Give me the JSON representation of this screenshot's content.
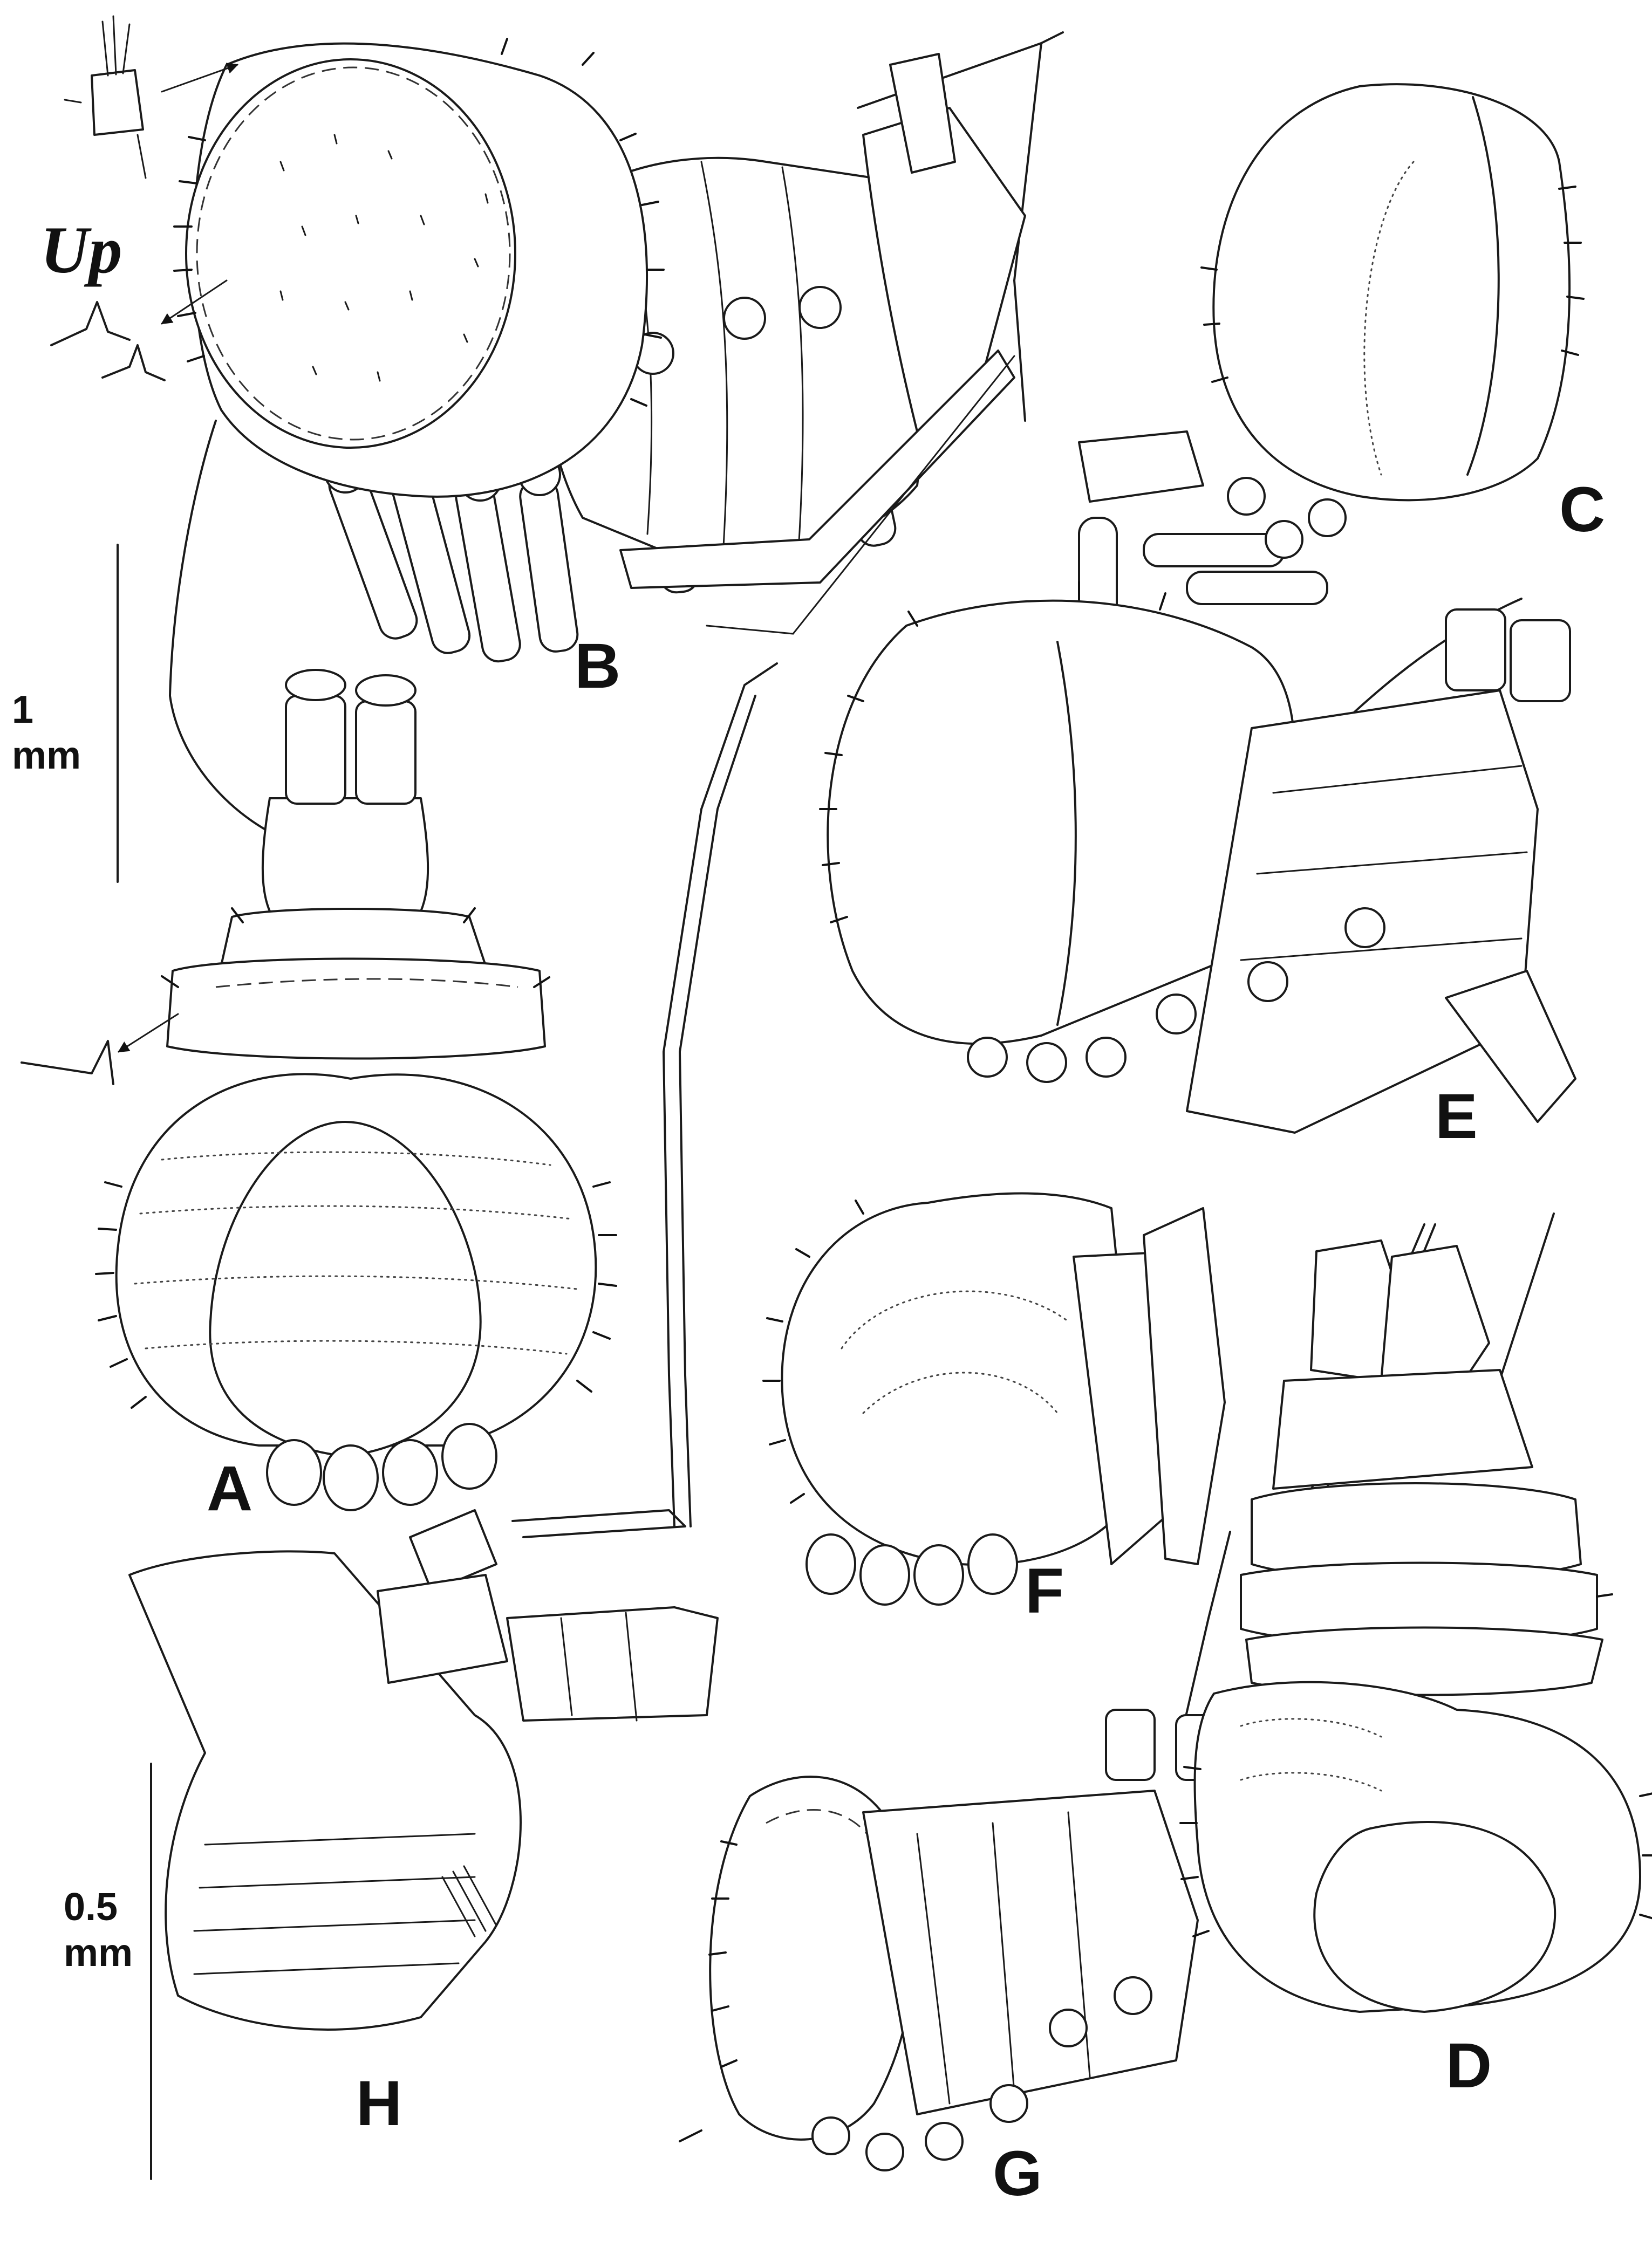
{
  "figure": {
    "panel_labels": [
      "A",
      "B",
      "C",
      "D",
      "E",
      "F",
      "G",
      "H"
    ],
    "inset_label": "Up",
    "scale_bars": [
      {
        "value": "1",
        "unit": "mm"
      },
      {
        "value": "0.5",
        "unit": "mm"
      }
    ]
  }
}
